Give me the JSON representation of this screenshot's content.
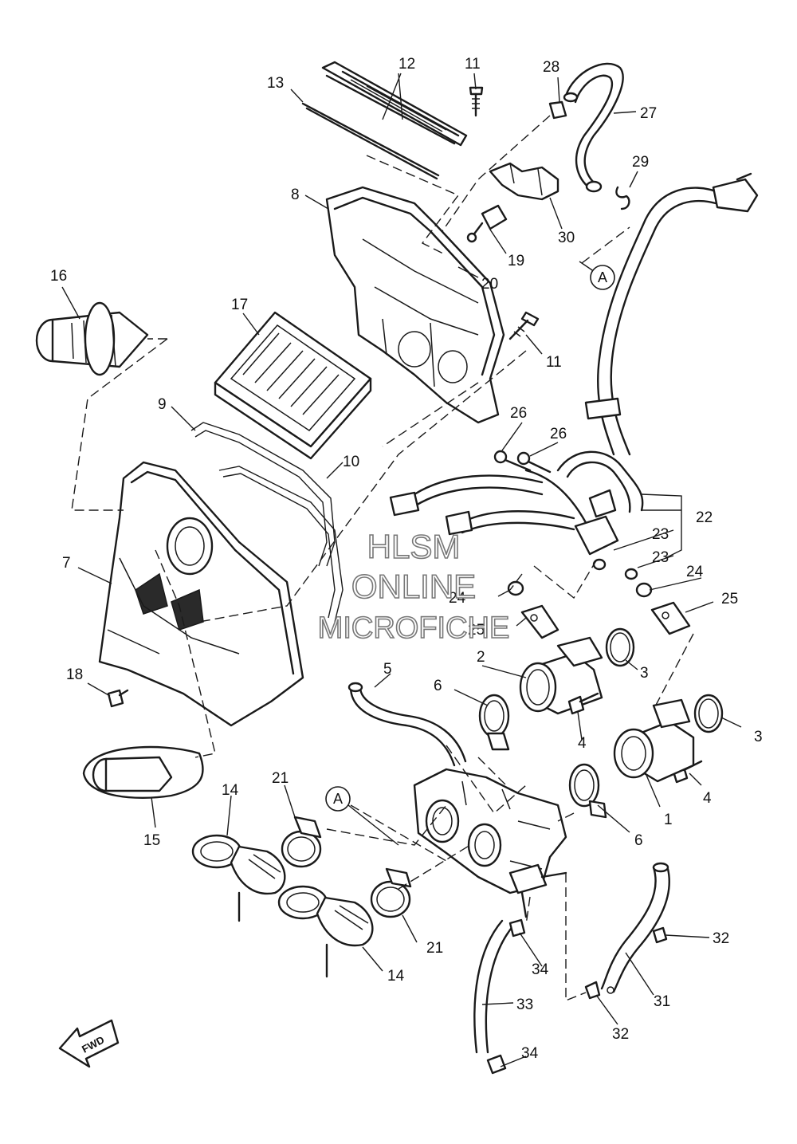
{
  "callouts": [
    {
      "id": "c1",
      "text": "1"
    },
    {
      "id": "c2",
      "text": "2"
    },
    {
      "id": "c3a",
      "text": "3"
    },
    {
      "id": "c3b",
      "text": "3"
    },
    {
      "id": "c4a",
      "text": "4"
    },
    {
      "id": "c4b",
      "text": "4"
    },
    {
      "id": "c5",
      "text": "5"
    },
    {
      "id": "c6a",
      "text": "6"
    },
    {
      "id": "c6b",
      "text": "6"
    },
    {
      "id": "c7",
      "text": "7"
    },
    {
      "id": "c8",
      "text": "8"
    },
    {
      "id": "c9",
      "text": "9"
    },
    {
      "id": "c10",
      "text": "10"
    },
    {
      "id": "c11a",
      "text": "11"
    },
    {
      "id": "c11b",
      "text": "11"
    },
    {
      "id": "c12",
      "text": "12"
    },
    {
      "id": "c13",
      "text": "13"
    },
    {
      "id": "c14a",
      "text": "14"
    },
    {
      "id": "c14b",
      "text": "14"
    },
    {
      "id": "c15",
      "text": "15"
    },
    {
      "id": "c16",
      "text": "16"
    },
    {
      "id": "c17",
      "text": "17"
    },
    {
      "id": "c18",
      "text": "18"
    },
    {
      "id": "c19",
      "text": "19"
    },
    {
      "id": "c20",
      "text": "20"
    },
    {
      "id": "c21a",
      "text": "21"
    },
    {
      "id": "c21b",
      "text": "21"
    },
    {
      "id": "c22",
      "text": "22"
    },
    {
      "id": "c23a",
      "text": "23"
    },
    {
      "id": "c23b",
      "text": "23"
    },
    {
      "id": "c24a",
      "text": "24"
    },
    {
      "id": "c24b",
      "text": "24"
    },
    {
      "id": "c25a",
      "text": "25"
    },
    {
      "id": "c25b",
      "text": "25"
    },
    {
      "id": "c26a",
      "text": "26"
    },
    {
      "id": "c26b",
      "text": "26"
    },
    {
      "id": "c27",
      "text": "27"
    },
    {
      "id": "c28",
      "text": "28"
    },
    {
      "id": "c29",
      "text": "29"
    },
    {
      "id": "c30",
      "text": "30"
    },
    {
      "id": "c31",
      "text": "31"
    },
    {
      "id": "c32a",
      "text": "32"
    },
    {
      "id": "c32b",
      "text": "32"
    },
    {
      "id": "c33",
      "text": "33"
    },
    {
      "id": "c34a",
      "text": "34"
    },
    {
      "id": "c34b",
      "text": "34"
    }
  ],
  "references": [
    {
      "id": "refA1",
      "letter": "A"
    },
    {
      "id": "refA2",
      "letter": "A"
    }
  ],
  "watermark": {
    "line1": "HLSM",
    "line2": "ONLINE",
    "line3": "MICROFICHE"
  },
  "direction_arrow": {
    "label": "FWD"
  }
}
